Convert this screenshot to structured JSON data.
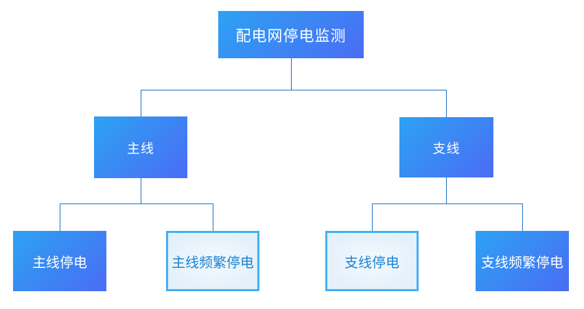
{
  "diagram": {
    "title": "配电网停电监测",
    "nodes": {
      "root": {
        "label": "配电网停电监测"
      },
      "main_line": {
        "label": "主线"
      },
      "branch_line": {
        "label": "支线"
      },
      "main_outage": {
        "label": "主线停电"
      },
      "main_frequent_outage": {
        "label": "主线频繁停电"
      },
      "branch_outage": {
        "label": "支线停电"
      },
      "branch_frequent_outage": {
        "label": "支线频繁停电"
      }
    },
    "colors": {
      "background": "#ffffff",
      "connector": "#1a6ec5",
      "node_gradient_start": "#2da2f3",
      "node_gradient_end": "#4a6cf4",
      "node_text": "#ffffff",
      "light_node_bg": "#e4f0fa",
      "light_node_border": "#3eb2f4",
      "light_node_text": "#1b84d5"
    }
  }
}
